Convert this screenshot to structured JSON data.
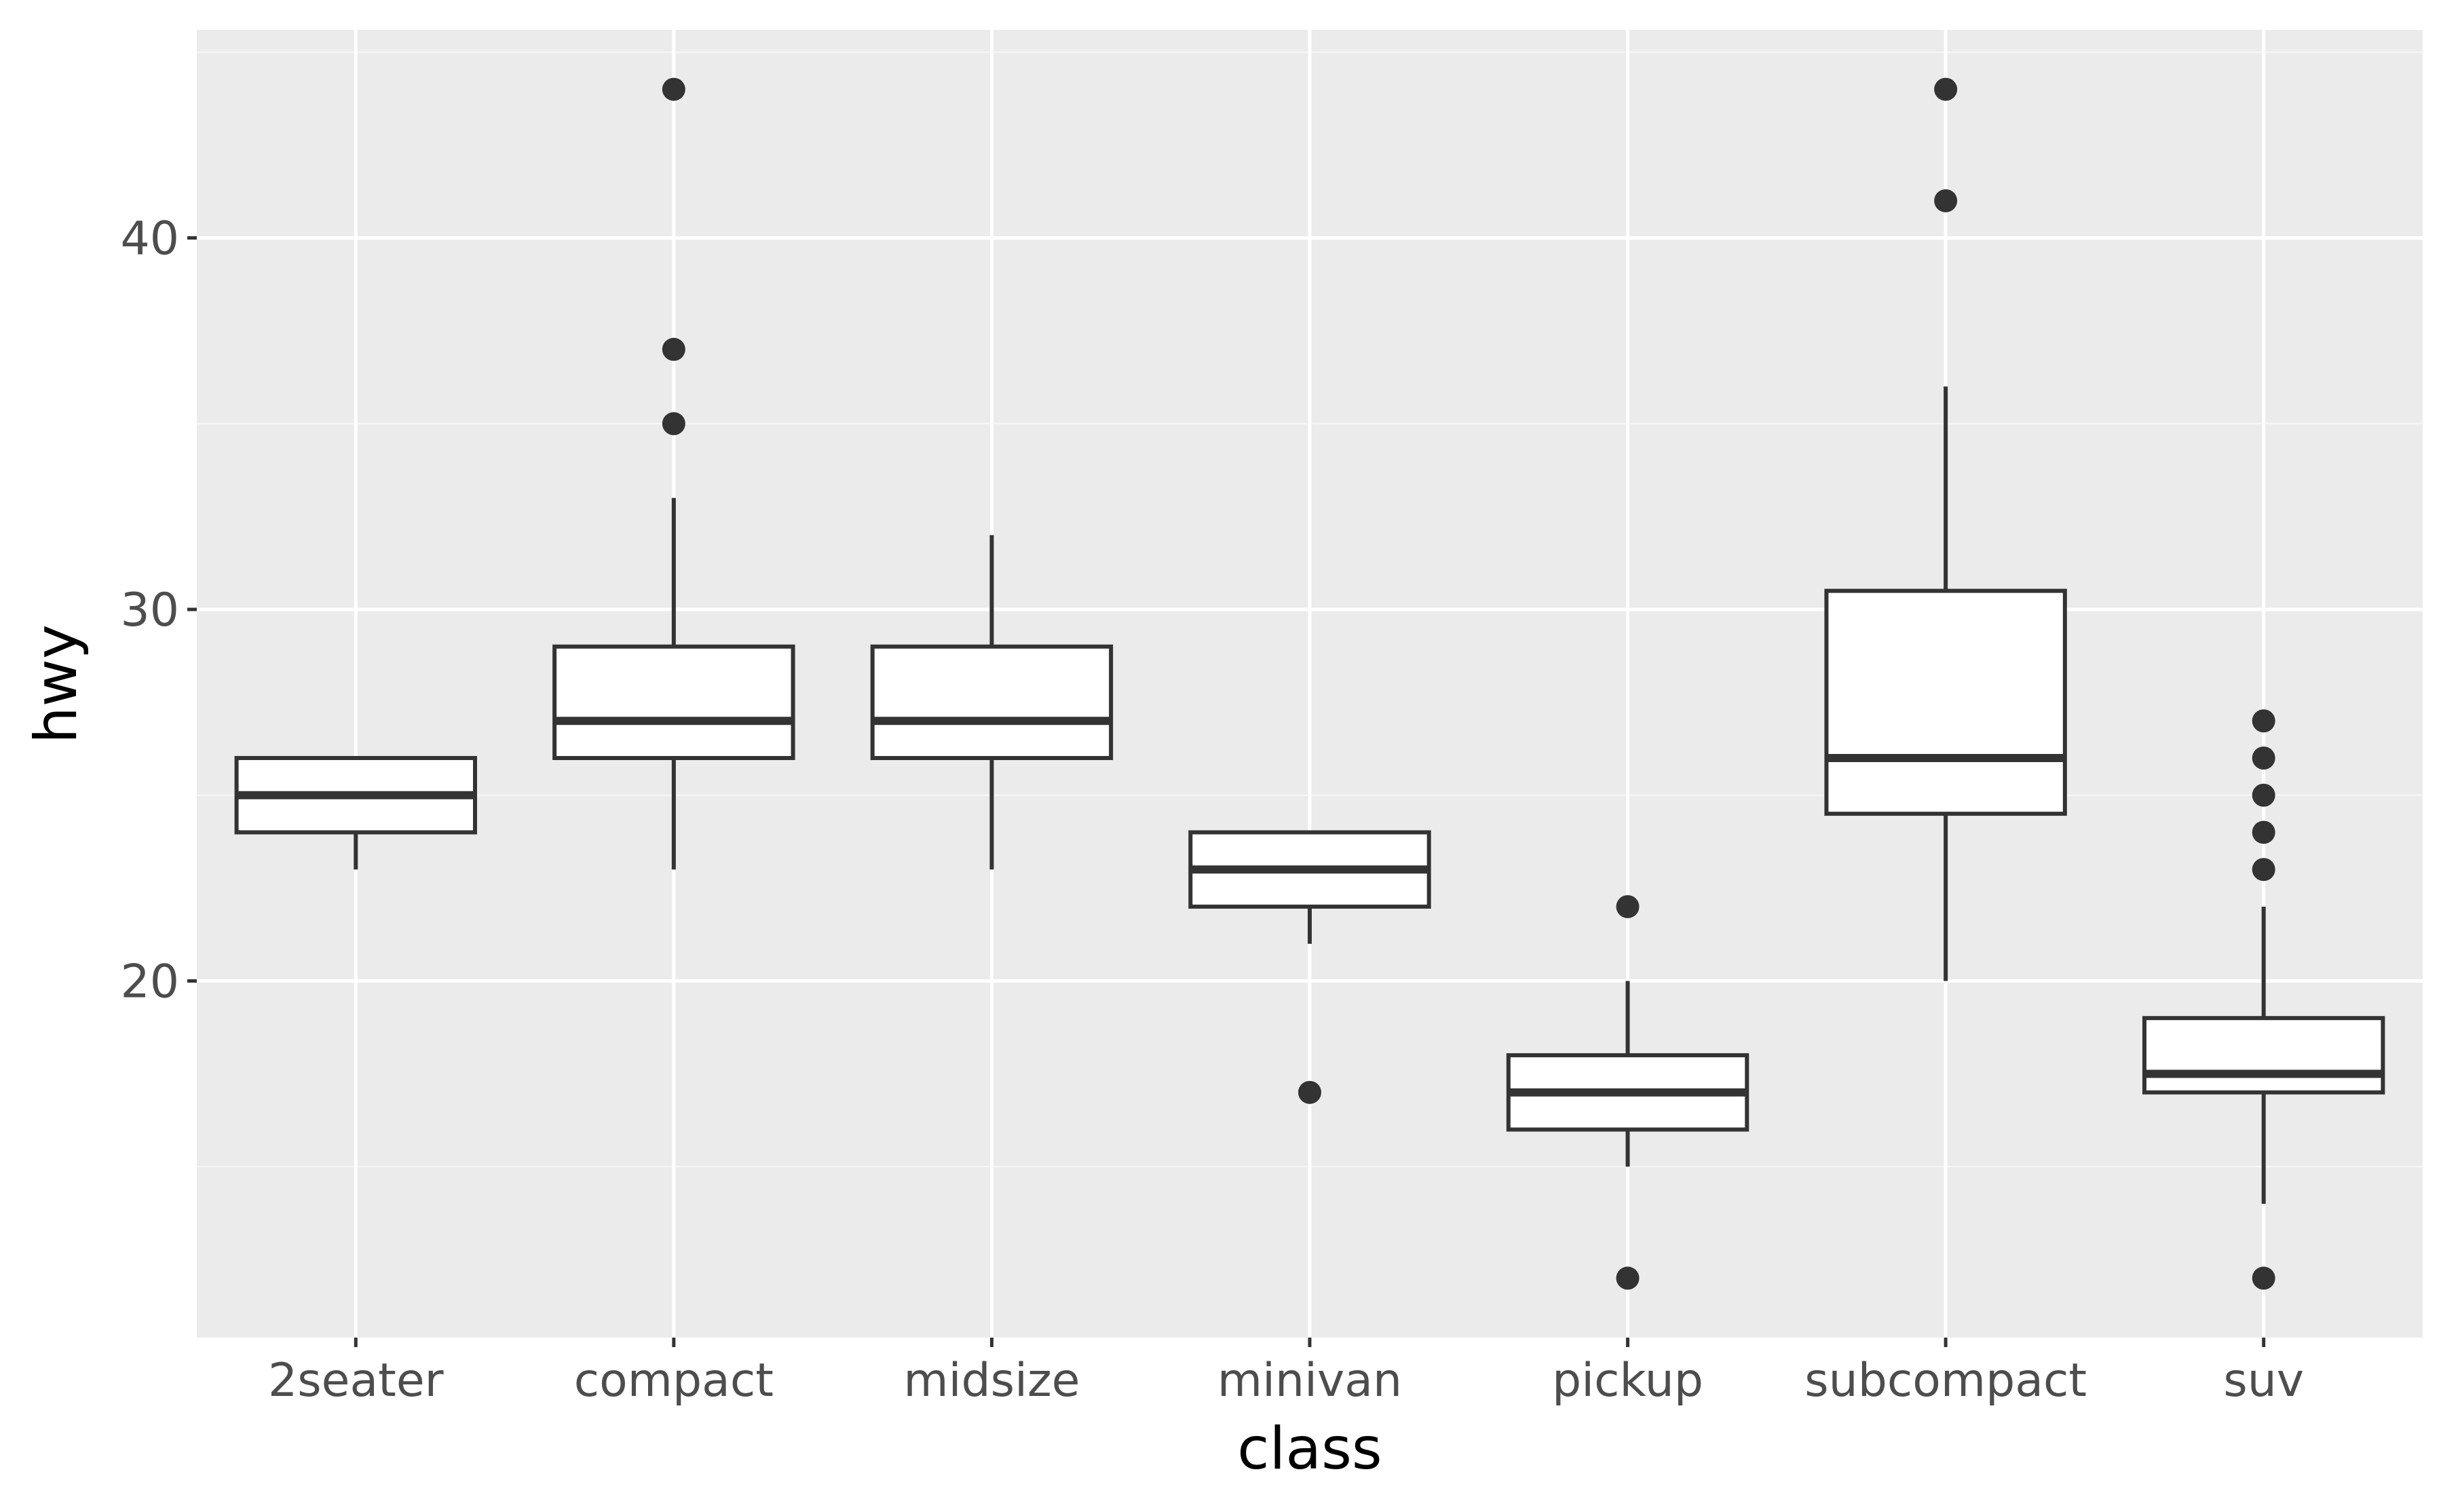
{
  "chart_data": {
    "type": "boxplot",
    "title": "",
    "xlabel": "class",
    "ylabel": "hwy",
    "ylim": [
      10.4,
      45.6
    ],
    "y_ticks": [
      20,
      30,
      40
    ],
    "y_tick_labels": [
      "20",
      "30",
      "40"
    ],
    "grid": true,
    "legend": "none",
    "categories": [
      "2seater",
      "compact",
      "midsize",
      "minivan",
      "pickup",
      "subcompact",
      "suv"
    ],
    "boxes": [
      {
        "category": "2seater",
        "whisker_low": 23,
        "q1": 24,
        "median": 25,
        "q3": 26,
        "whisker_high": 26,
        "outliers": []
      },
      {
        "category": "compact",
        "whisker_low": 23,
        "q1": 26,
        "median": 27,
        "q3": 29,
        "whisker_high": 33,
        "outliers": [
          35,
          37,
          44
        ]
      },
      {
        "category": "midsize",
        "whisker_low": 23,
        "q1": 26,
        "median": 27,
        "q3": 29,
        "whisker_high": 32,
        "outliers": []
      },
      {
        "category": "minivan",
        "whisker_low": 21,
        "q1": 22,
        "median": 23,
        "q3": 24,
        "whisker_high": 24,
        "outliers": [
          17
        ]
      },
      {
        "category": "pickup",
        "whisker_low": 15,
        "q1": 16,
        "median": 17,
        "q3": 18,
        "whisker_high": 20,
        "outliers": [
          12,
          22
        ]
      },
      {
        "category": "subcompact",
        "whisker_low": 20,
        "q1": 24.5,
        "median": 26,
        "q3": 30.5,
        "whisker_high": 36,
        "outliers": [
          41,
          44
        ]
      },
      {
        "category": "suv",
        "whisker_low": 14,
        "q1": 17,
        "median": 17.5,
        "q3": 19,
        "whisker_high": 22,
        "outliers": [
          12,
          23,
          24,
          25,
          26,
          27
        ]
      }
    ],
    "colors": {
      "panel_background": "#EBEBEB",
      "grid_major": "#FFFFFF",
      "grid_minor": "#F5F5F5",
      "box_fill": "#FFFFFF",
      "box_stroke": "#333333",
      "outlier": "#333333",
      "tick_label": "#4D4D4D",
      "axis_title": "#000000",
      "tick_mark": "#333333"
    }
  }
}
